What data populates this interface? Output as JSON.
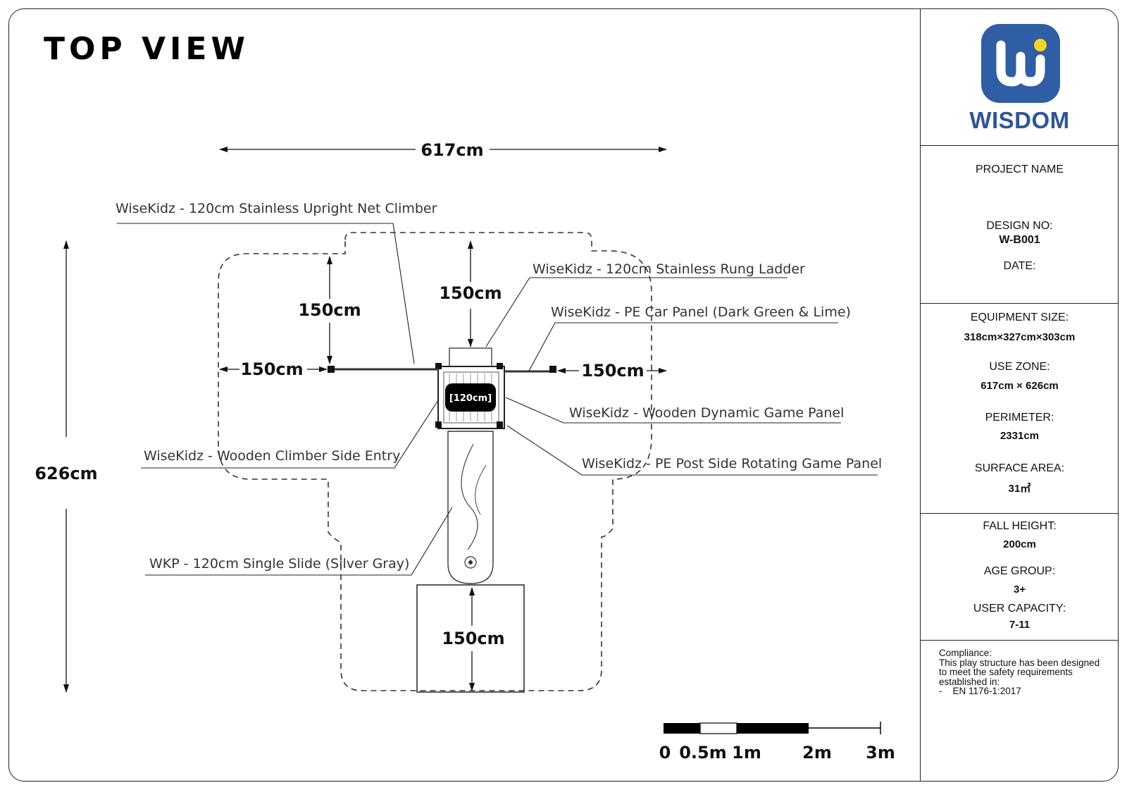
{
  "title": "TOP VIEW",
  "dimensions": {
    "overall_width": "617cm",
    "overall_height": "626cm",
    "top_clearance": "150cm",
    "left_upper_clearance": "150cm",
    "left_clearance": "150cm",
    "right_clearance": "150cm",
    "slide_exit_clearance": "150cm",
    "platform_height": "[120cm]"
  },
  "callouts": [
    "WiseKidz - 120cm Stainless Upright Net Climber",
    "WiseKidz - 120cm Stainless Rung Ladder",
    "WiseKidz - PE Car Panel (Dark Green & Lime)",
    "WiseKidz - Wooden Dynamic Game Panel",
    "WiseKidz - Wooden Climber Side Entry",
    "WiseKidz - PE Post Side Rotating Game Panel",
    "WKP - 120cm Single Slide (Silver Gray)"
  ],
  "scale_bar": [
    "0",
    "0.5m",
    "1m",
    "2m",
    "3m"
  ],
  "title_block": {
    "brand": "WISDOM",
    "project_name_label": "PROJECT NAME",
    "design_no_label": "DESIGN NO:",
    "design_no": "W-B001",
    "date_label": "DATE:",
    "equipment_size_label": "EQUIPMENT SIZE:",
    "equipment_size": "318cm×327cm×303cm",
    "use_zone_label": "USE ZONE:",
    "use_zone": "617cm × 626cm",
    "perimeter_label": "PERIMETER:",
    "perimeter": "2331cm",
    "surface_area_label": "SURFACE AREA:",
    "surface_area": "31㎡",
    "fall_height_label": "FALL HEIGHT:",
    "fall_height": "200cm",
    "age_group_label": "AGE GROUP:",
    "age_group": "3+",
    "user_capacity_label": "USER CAPACITY:",
    "user_capacity": "7-11",
    "compliance": [
      "Compliance:",
      "This play structure has been designed",
      "to meet the safety requirements",
      "established in:",
      "-    EN 1176-1:2017"
    ]
  }
}
